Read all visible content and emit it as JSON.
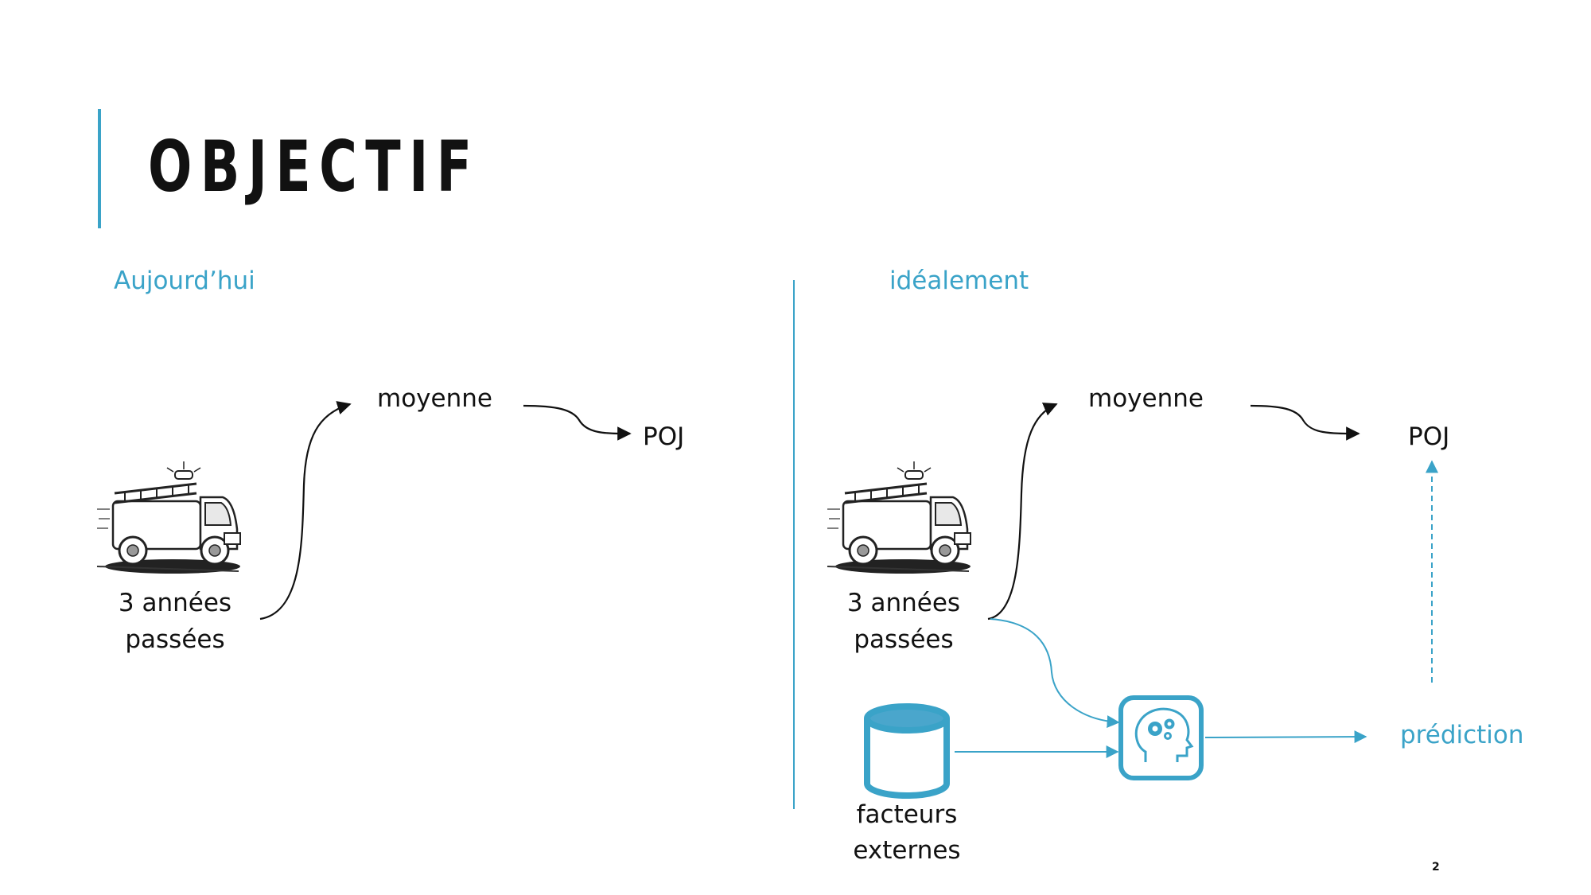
{
  "slide": {
    "title": "OBJECTIF",
    "page_number": "2"
  },
  "left_panel": {
    "heading": "Aujourd’hui",
    "source_line1": "3 années",
    "source_line2": "passées",
    "average_label": "moyenne",
    "target_label": "POJ"
  },
  "right_panel": {
    "heading": "idéalement",
    "source_line1": "3 années",
    "source_line2": "passées",
    "average_label": "moyenne",
    "target_label": "POJ",
    "external_line1": "facteurs",
    "external_line2": "externes",
    "prediction_label": "prédiction"
  },
  "icons": {
    "fire_truck": "fire-truck-icon",
    "database": "database-icon",
    "ai_brain": "brain-gears-icon"
  },
  "colors": {
    "accent": "#3aa3c8",
    "text": "#111111",
    "arrow_black": "#111111"
  }
}
